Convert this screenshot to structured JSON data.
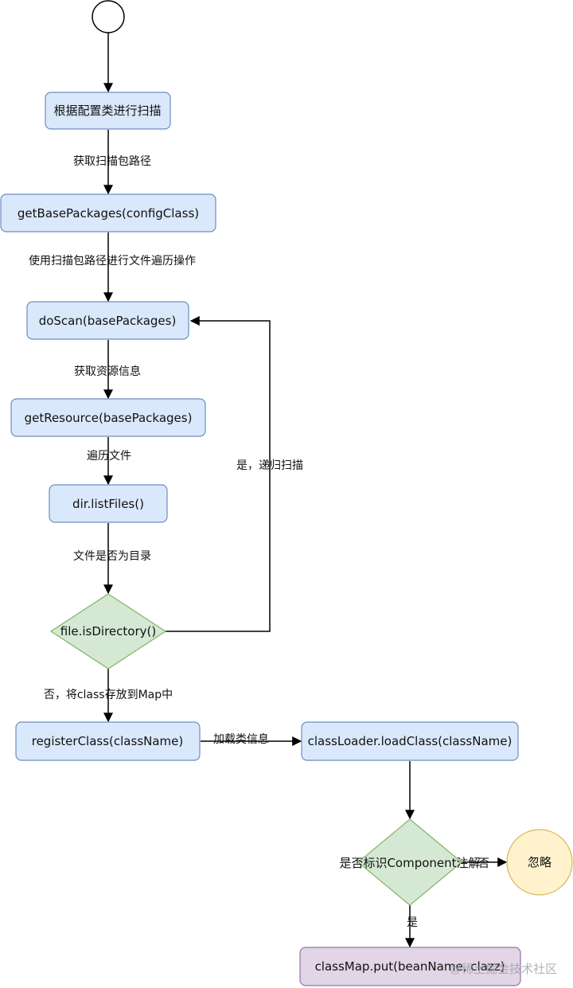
{
  "diagram": {
    "nodes": {
      "scan_by_config": "根据配置类进行扫描",
      "get_base_packages": "getBasePackages(configClass)",
      "do_scan": "doScan(basePackages)",
      "get_resource": "getResource(basePackages)",
      "list_files": "dir.listFiles()",
      "is_directory": "file.isDirectory()",
      "register_class": "registerClass(className)",
      "load_class": "classLoader.loadClass(className)",
      "is_component": "是否标识Component注解",
      "ignore": "忽略",
      "class_map_put": "classMap.put(beanName, clazz)"
    },
    "edges": {
      "get_package_path": "获取扫描包路径",
      "traverse_path": "使用扫描包路径进行文件遍历操作",
      "get_resource_info": "获取资源信息",
      "traverse_files": "遍历文件",
      "is_dir_question": "文件是否为目录",
      "yes_recursive": "是，递归扫描",
      "no_put_map": "否，将class存放到Map中",
      "load_class_info": "加载类信息",
      "no": "否",
      "yes": "是"
    },
    "watermark": "@稀土掘金技术社区"
  },
  "colors": {
    "blue_fill": "#dae8fc",
    "blue_stroke": "#6c8ebf",
    "green_fill": "#d5e8d4",
    "green_stroke": "#82b366",
    "yellow_fill": "#fff2cc",
    "yellow_stroke": "#d6b656",
    "purple_fill": "#e1d5e7",
    "purple_stroke": "#9673a6"
  }
}
